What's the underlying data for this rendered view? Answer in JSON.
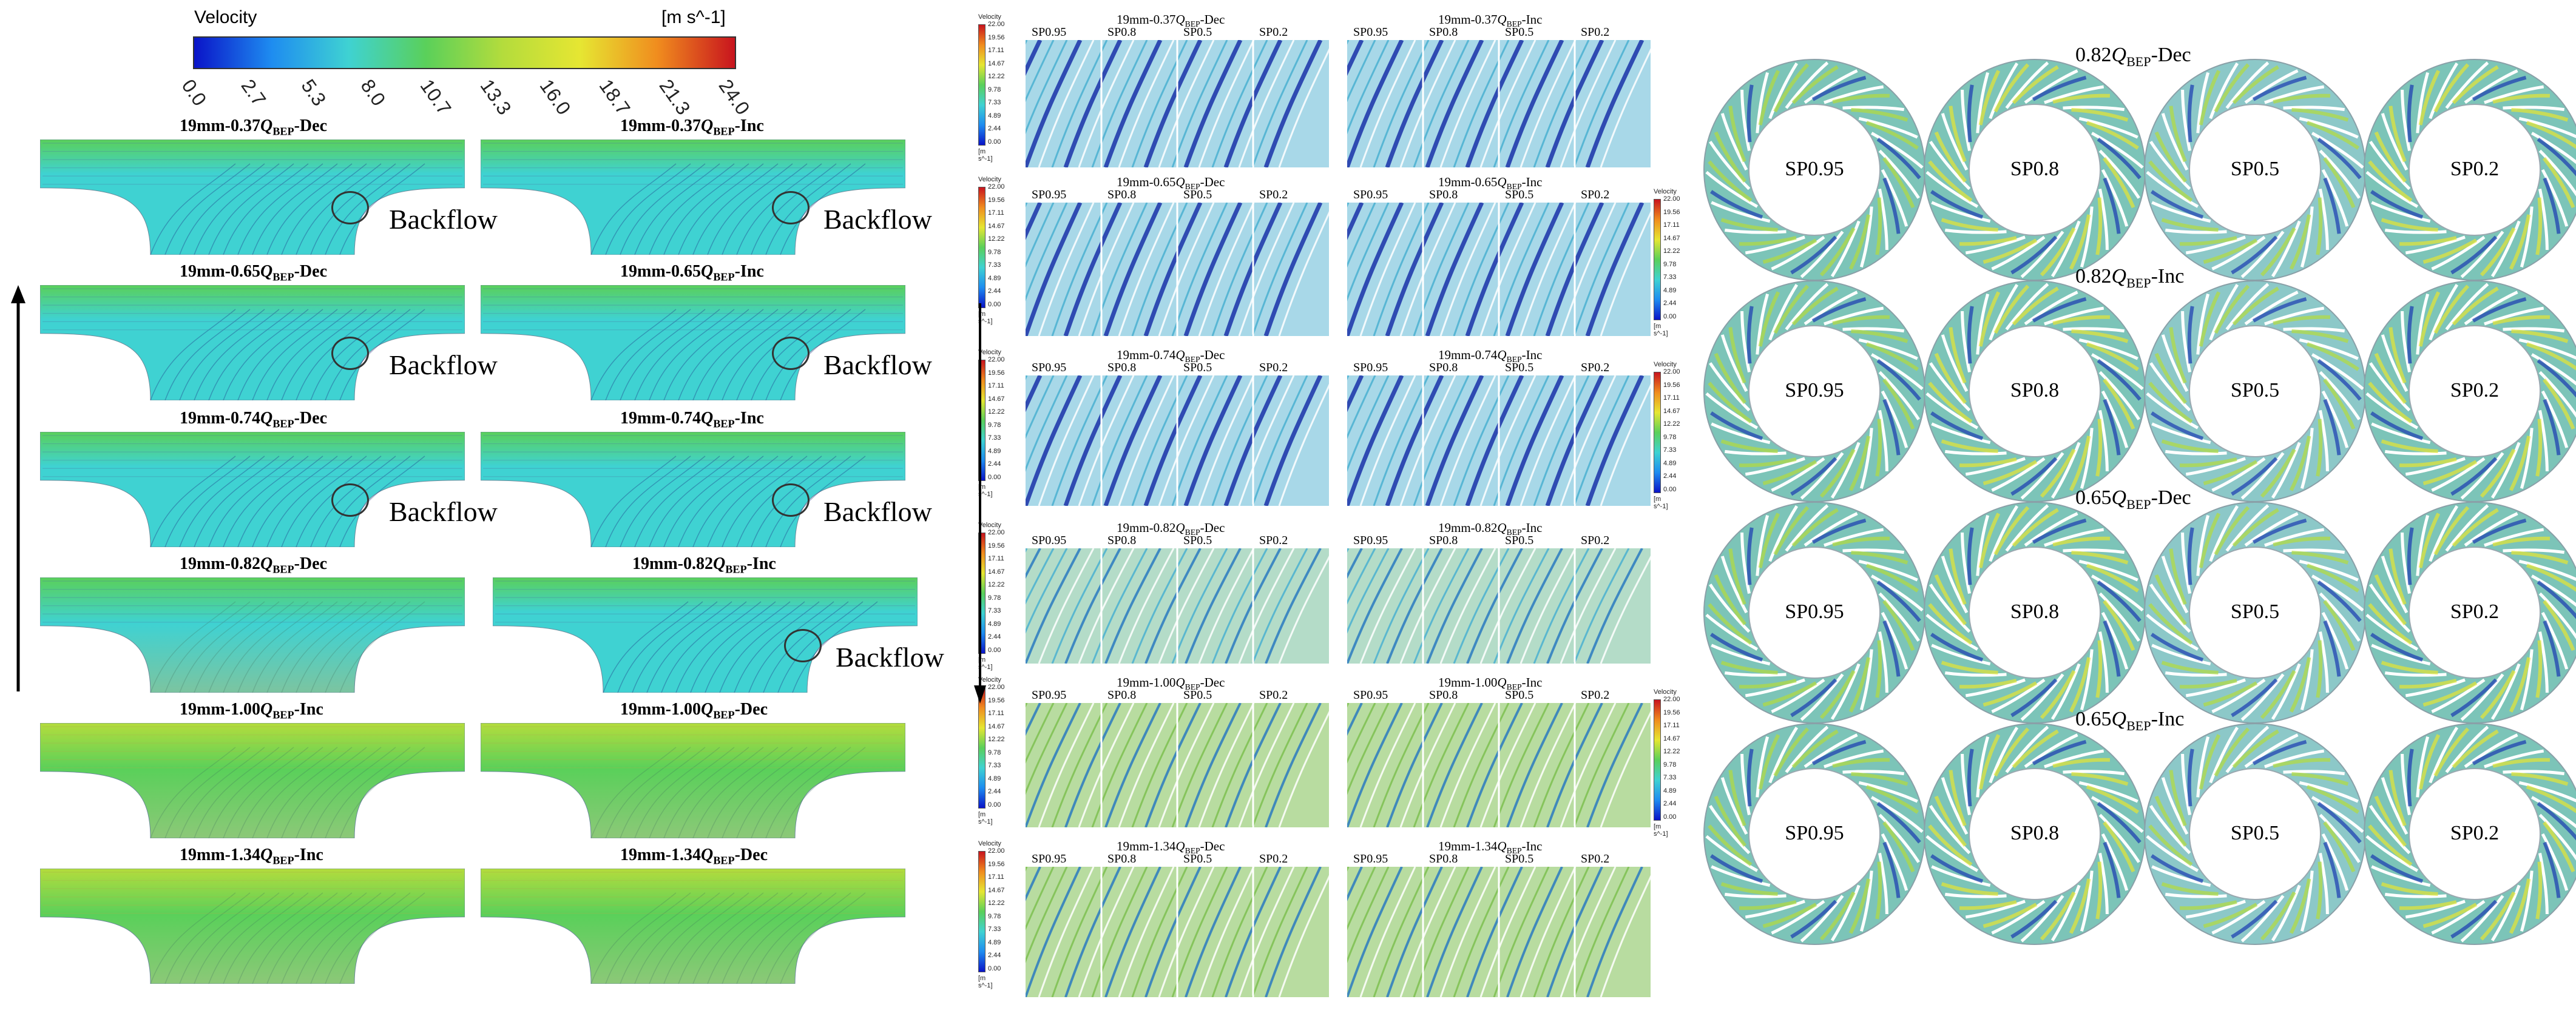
{
  "colors": {
    "colormap": [
      "#0a14c8",
      "#1e8cf0",
      "#3fd2d2",
      "#5ad05a",
      "#b4dc3c",
      "#e6e632",
      "#f08c1e",
      "#c8141e"
    ],
    "flow_base": "#6fb9c8",
    "flow_green": "#7ec06a",
    "streak_dark": "#1a2a80"
  },
  "left": {
    "colorbar": {
      "title": "Velocity",
      "unit": "[m s^-1]",
      "ticks": [
        "0.0",
        "2.7",
        "5.3",
        "8.0",
        "10.7",
        "13.3",
        "16.0",
        "18.7",
        "21.3",
        "24.0"
      ]
    },
    "cases": [
      {
        "label_a": "19mm-0.37",
        "label_b": "-Dec",
        "backflow": "Backflow"
      },
      {
        "label_a": "19mm-0.37",
        "label_b": "-Inc",
        "backflow": "Backflow"
      },
      {
        "label_a": "19mm-0.65",
        "label_b": "-Dec",
        "backflow": "Backflow"
      },
      {
        "label_a": "19mm-0.65",
        "label_b": "-Inc",
        "backflow": "Backflow"
      },
      {
        "label_a": "19mm-0.74",
        "label_b": "-Dec",
        "backflow": "Backflow"
      },
      {
        "label_a": "19mm-0.74",
        "label_b": "-Inc",
        "backflow": "Backflow"
      },
      {
        "label_a": "19mm-0.82",
        "label_b": "-Dec",
        "backflow": ""
      },
      {
        "label_a": "19mm-0.82",
        "label_b": "-Inc",
        "backflow": "Backflow"
      },
      {
        "label_a": "19mm-1.00",
        "label_b": "-Inc",
        "backflow": ""
      },
      {
        "label_a": "19mm-1.00",
        "label_b": "-Dec",
        "backflow": ""
      },
      {
        "label_a": "19mm-1.34",
        "label_b": "-Inc",
        "backflow": ""
      },
      {
        "label_a": "19mm-1.34",
        "label_b": "-Dec",
        "backflow": ""
      }
    ],
    "q_symbol": "Q",
    "q_sub": "BEP"
  },
  "middle": {
    "mini_colorbar": {
      "title": "Velocity",
      "ticks": [
        "22.00",
        "19.56",
        "17.11",
        "14.67",
        "12.22",
        "9.78",
        "7.33",
        "4.89",
        "2.44",
        "0.00"
      ],
      "unit": "[m s^-1]"
    },
    "rows": [
      {
        "left_a": "19mm-0.37",
        "left_b": "-Dec",
        "right_a": "19mm-0.37",
        "right_b": "-Inc"
      },
      {
        "left_a": "19mm-0.65",
        "left_b": "-Dec",
        "right_a": "19mm-0.65",
        "right_b": "-Inc"
      },
      {
        "left_a": "19mm-0.74",
        "left_b": "-Dec",
        "right_a": "19mm-0.74",
        "right_b": "-Inc"
      },
      {
        "left_a": "19mm-0.82",
        "left_b": "-Dec",
        "right_a": "19mm-0.82",
        "right_b": "-Inc"
      },
      {
        "left_a": "19mm-1.00",
        "left_b": "-Dec",
        "right_a": "19mm-1.00",
        "right_b": "-Inc"
      },
      {
        "left_a": "19mm-1.34",
        "left_b": "-Dec",
        "right_a": "19mm-1.34",
        "right_b": "-Inc"
      }
    ],
    "sp_labels": [
      "SP0.95",
      "SP0.8",
      "SP0.5",
      "SP0.2"
    ],
    "q_symbol": "Q",
    "q_sub": "BEP"
  },
  "right": {
    "rows": [
      {
        "label_a": "0.82",
        "label_b": "-Dec"
      },
      {
        "label_a": "0.82",
        "label_b": "-Inc"
      },
      {
        "label_a": "0.65",
        "label_b": "-Dec"
      },
      {
        "label_a": "0.65",
        "label_b": "-Inc"
      }
    ],
    "sp_labels": [
      "SP0.95",
      "SP0.8",
      "SP0.5",
      "SP0.2"
    ],
    "q_symbol": "Q",
    "q_sub": "BEP"
  }
}
